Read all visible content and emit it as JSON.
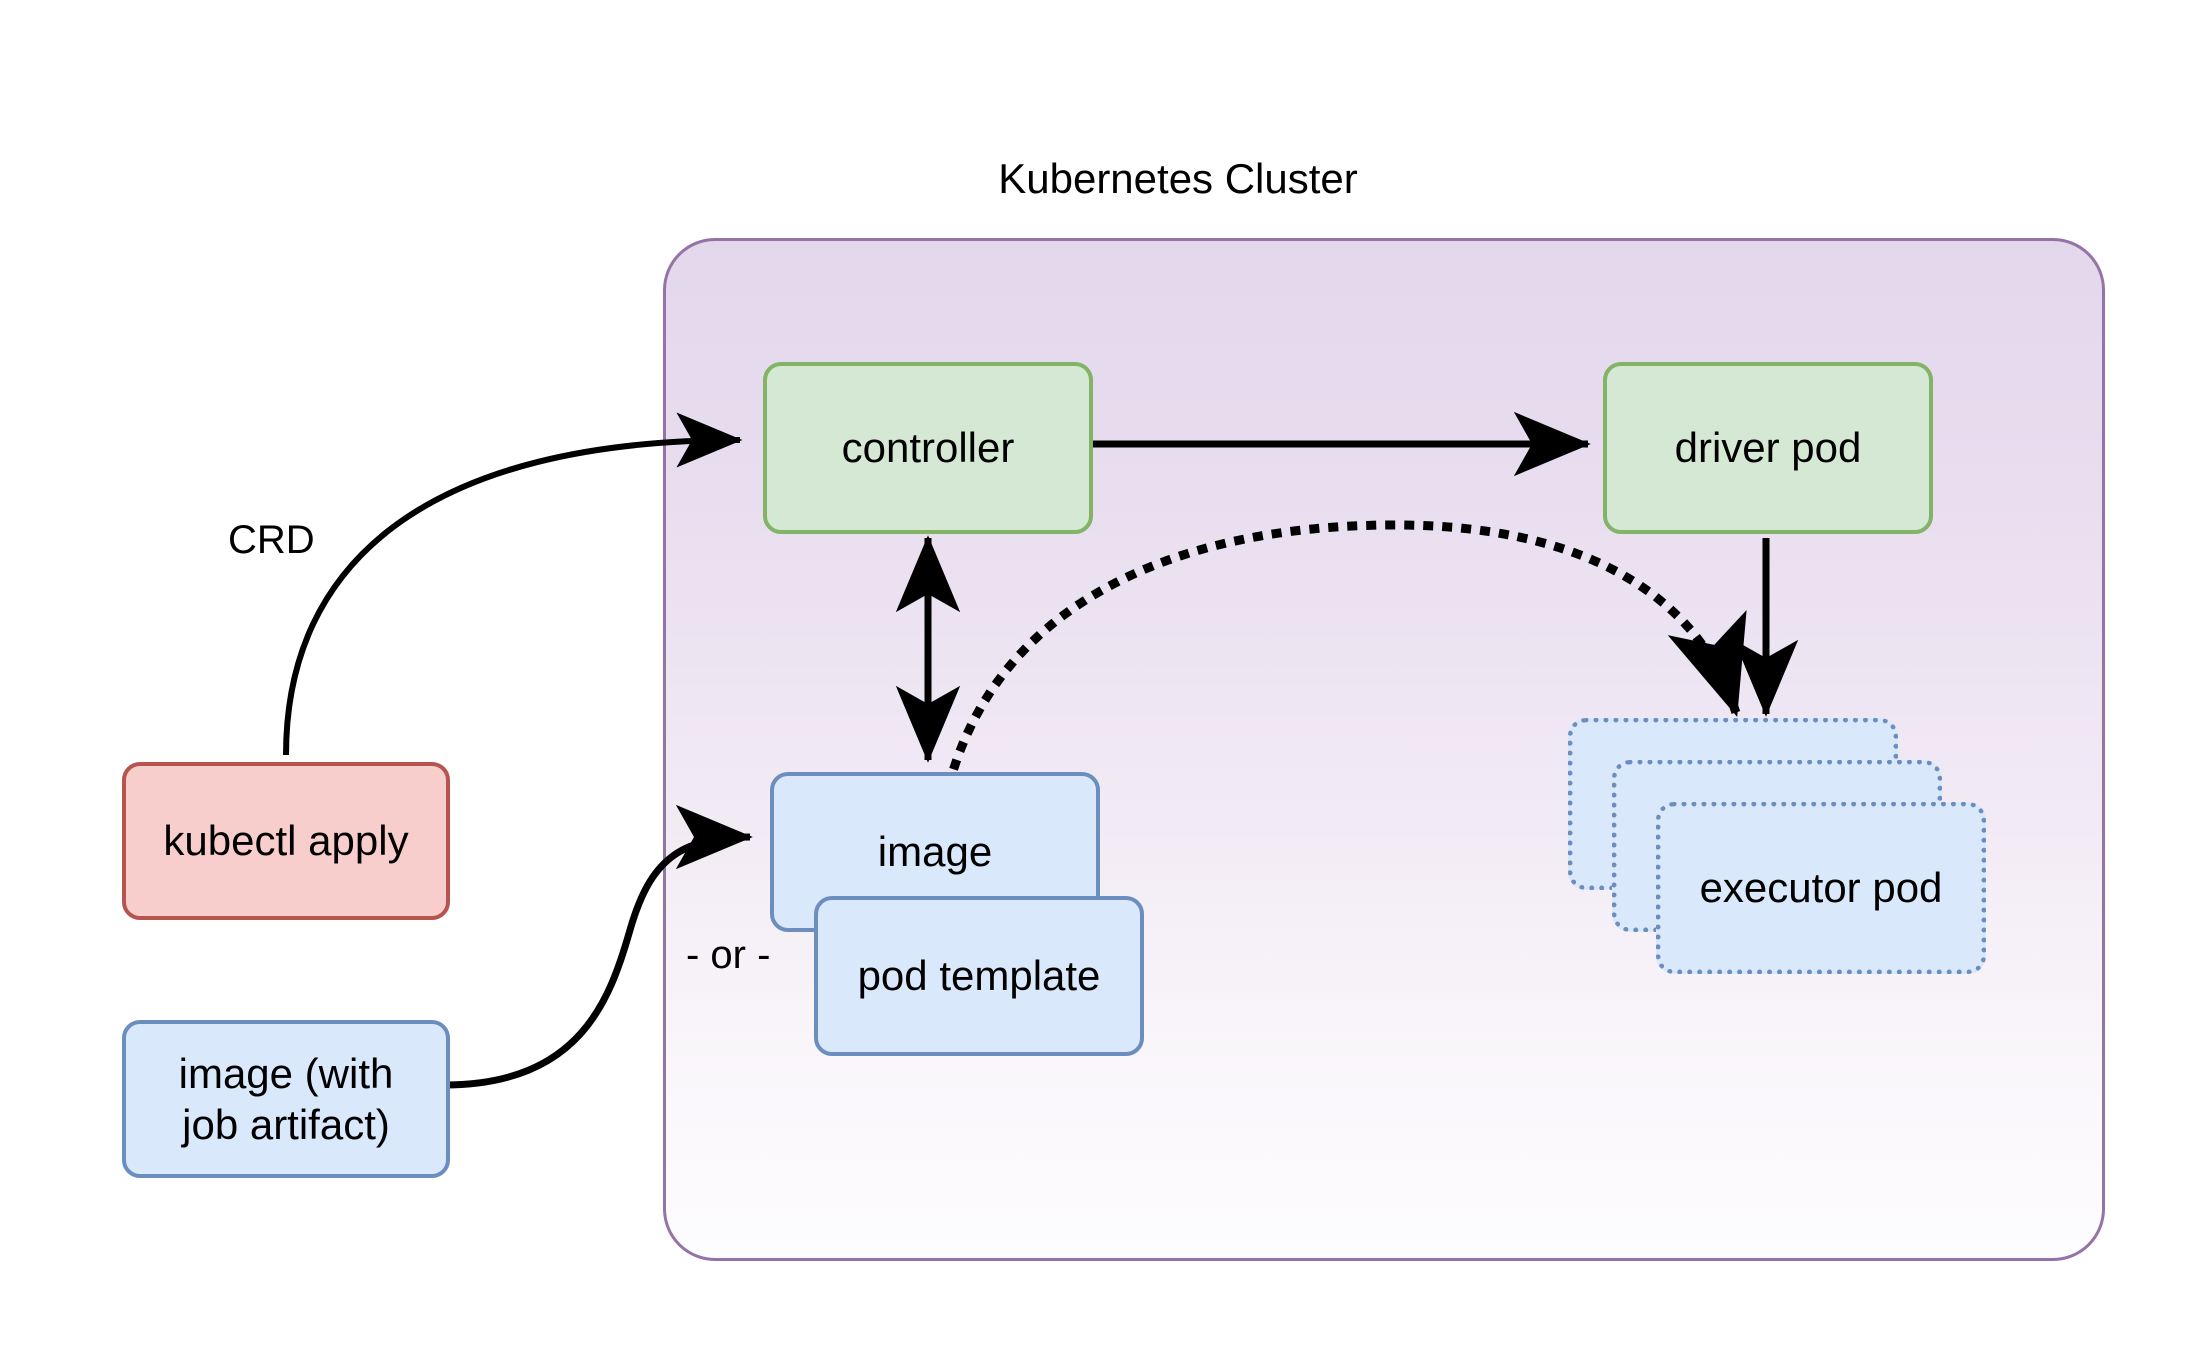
{
  "diagram": {
    "title": "Kubernetes Cluster",
    "background_color": "#ffffff",
    "cluster": {
      "label": "Kubernetes Cluster",
      "border_color": "#9673a6",
      "fill_top_color": "#e1d5e7",
      "fill_bottom_color": "#ffffff"
    },
    "nodes": {
      "controller": {
        "label": "controller",
        "fill": "#d5e8d4",
        "stroke": "#82b366",
        "style": "solid"
      },
      "driver_pod": {
        "label": "driver pod",
        "fill": "#d5e8d4",
        "stroke": "#82b366",
        "style": "solid"
      },
      "kubectl_apply": {
        "label": "kubectl apply",
        "fill": "#f8cecc",
        "stroke": "#b85450",
        "style": "solid"
      },
      "image_with_job_artifact": {
        "label": "image (with\njob artifact)",
        "line1": "image (with",
        "line2": "job artifact)",
        "fill": "#dae8fc",
        "stroke": "#6c8ebf",
        "style": "solid"
      },
      "image": {
        "label": "image",
        "fill": "#dae8fc",
        "stroke": "#6c8ebf",
        "style": "solid"
      },
      "pod_template": {
        "label": "pod template",
        "fill": "#dae8fc",
        "stroke": "#6c8ebf",
        "style": "solid"
      },
      "executor_pod_back": {
        "label": "executor pod",
        "fill": "#dae8fc",
        "stroke": "#6c8ebf",
        "style": "dotted"
      },
      "executor_pod_middle": {
        "label": "executor pod",
        "fill": "#dae8fc",
        "stroke": "#6c8ebf",
        "style": "dotted"
      },
      "executor_pod_front": {
        "label": "executor pod",
        "fill": "#dae8fc",
        "stroke": "#6c8ebf",
        "style": "dotted"
      }
    },
    "edges": [
      {
        "id": "kubectl-to-controller",
        "from": "kubectl apply",
        "to": "controller",
        "label": "CRD",
        "style": "solid",
        "arrow": "single"
      },
      {
        "id": "controller-to-driver",
        "from": "controller",
        "to": "driver pod",
        "label": "",
        "style": "solid",
        "arrow": "single"
      },
      {
        "id": "controller-image-bidirectional",
        "from": "controller",
        "to": "image",
        "label": "",
        "style": "solid",
        "arrow": "double"
      },
      {
        "id": "image-to-executor-pods",
        "from": "image",
        "to": "executor pod",
        "label": "",
        "style": "dotted",
        "arrow": "single"
      },
      {
        "id": "driver-to-executor-pods",
        "from": "driver pod",
        "to": "executor pod",
        "label": "",
        "style": "solid",
        "arrow": "single"
      },
      {
        "id": "artifact-image-to-image",
        "from": "image (with job artifact)",
        "to": "image",
        "label": "",
        "style": "solid",
        "arrow": "single"
      }
    ],
    "labels": {
      "crd": "CRD",
      "or_separator": "- or -"
    }
  }
}
